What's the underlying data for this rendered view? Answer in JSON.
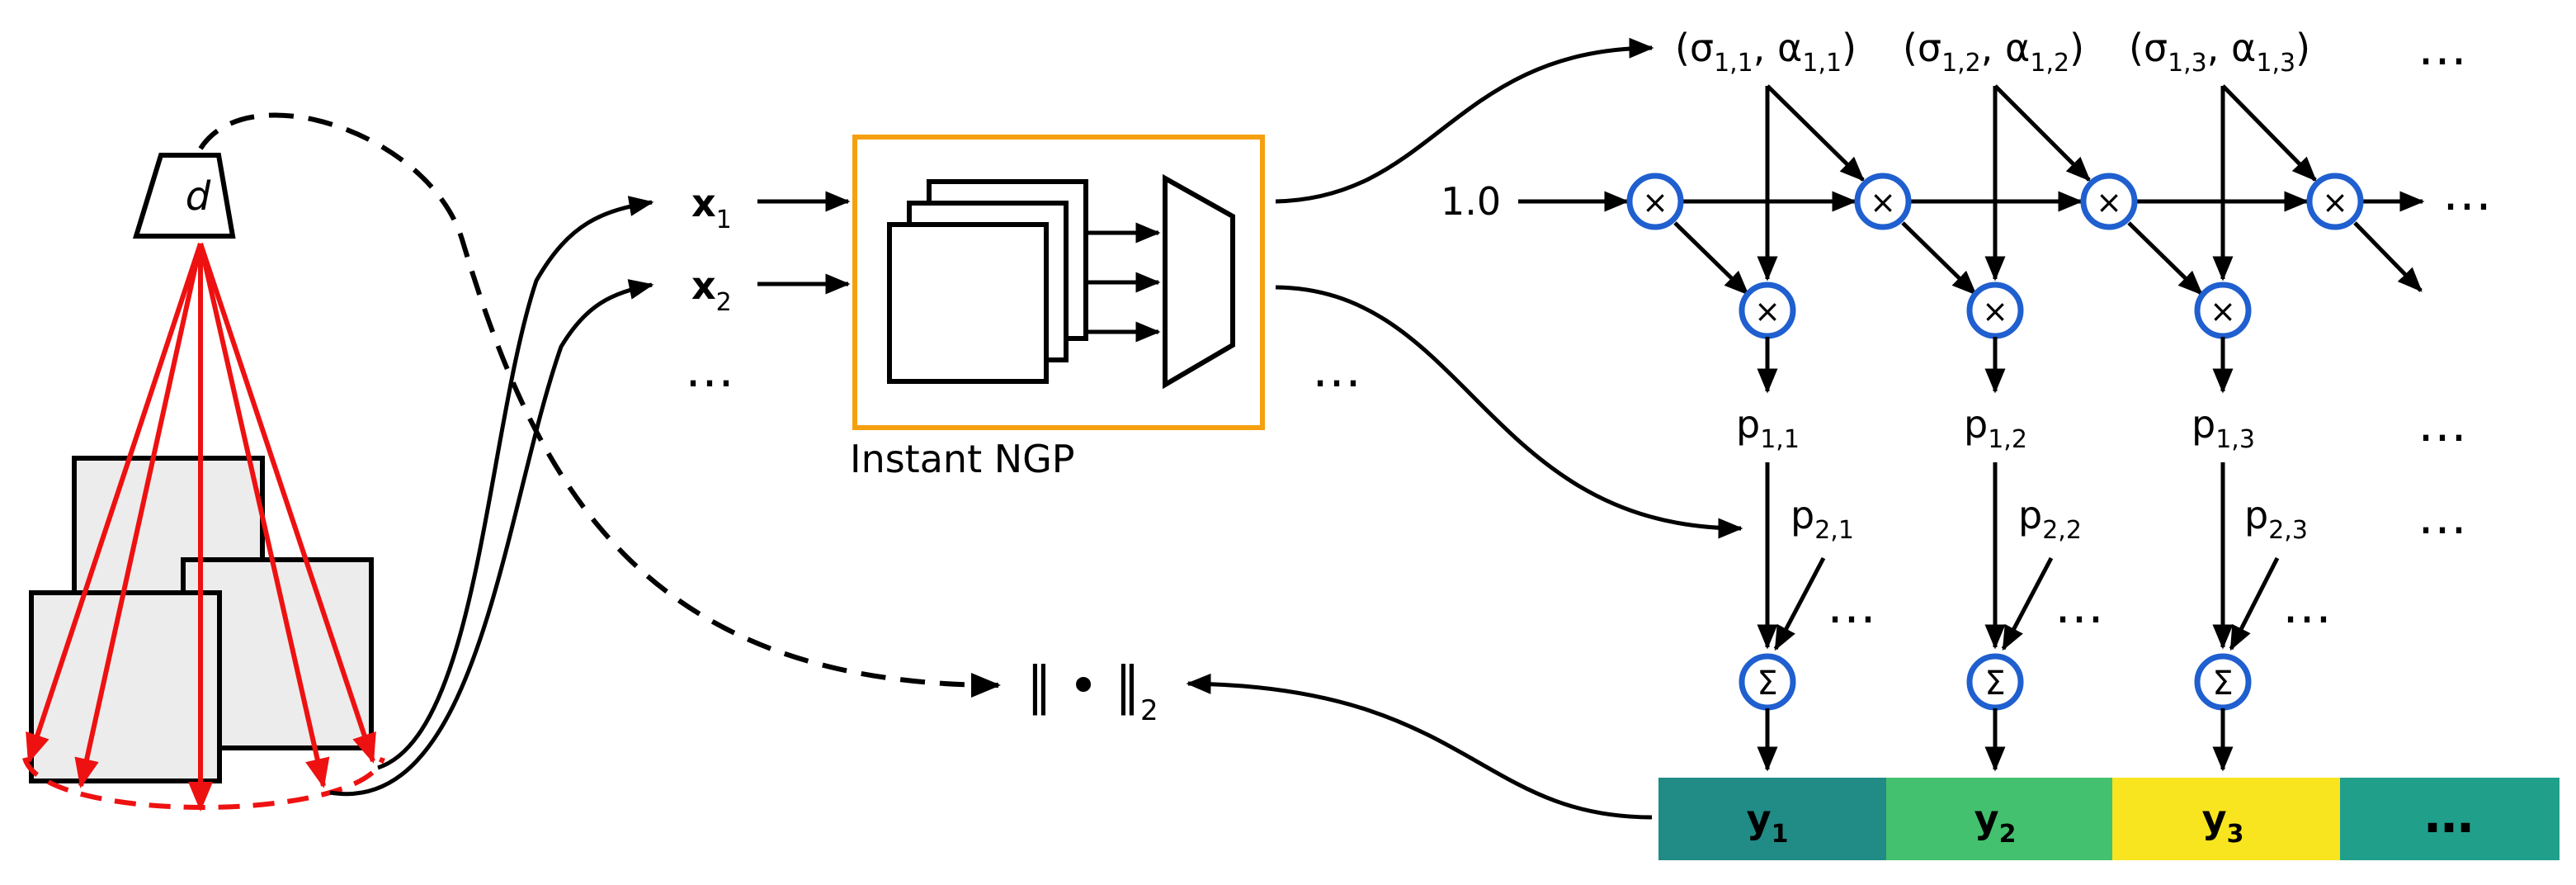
{
  "camera": {
    "label": "d"
  },
  "inputs": {
    "x1_base": "x",
    "x1_sub": "1",
    "x2_base": "x",
    "x2_sub": "2",
    "ellipsis": "…"
  },
  "model": {
    "label": "Instant NGP",
    "out_ellipsis": "…"
  },
  "loss": {
    "label": "‖ • ‖",
    "sub": "2"
  },
  "chain": {
    "init": "1.0",
    "multiply_symbol": "×",
    "sum_symbol": "Σ",
    "ellipsis": "…",
    "samples": [
      {
        "pair_open": "(σ",
        "sigma_sub": "1,1",
        "mid": ", α",
        "alpha_sub": "1,1",
        "pair_close": ")",
        "p1": "p",
        "p1_sub": "1,1",
        "p2": "p",
        "p2_sub": "2,1"
      },
      {
        "pair_open": "(σ",
        "sigma_sub": "1,2",
        "mid": ", α",
        "alpha_sub": "1,2",
        "pair_close": ")",
        "p1": "p",
        "p1_sub": "1,2",
        "p2": "p",
        "p2_sub": "2,2"
      },
      {
        "pair_open": "(σ",
        "sigma_sub": "1,3",
        "mid": ", α",
        "alpha_sub": "1,3",
        "pair_close": ")",
        "p1": "p",
        "p1_sub": "1,3",
        "p2": "p",
        "p2_sub": "2,3"
      }
    ]
  },
  "outputs": {
    "cells": [
      {
        "base": "y",
        "sub": "1",
        "color": "#218b86"
      },
      {
        "base": "y",
        "sub": "2",
        "color": "#43c16e"
      },
      {
        "base": "y",
        "sub": "3",
        "color": "#f8e51f"
      },
      {
        "base": "…",
        "sub": "",
        "color": "#20a08a"
      }
    ]
  },
  "colors": {
    "model_border": "#f5a00f",
    "operator_ring": "#1f5fcf",
    "ray": "#ee1111",
    "image_fill": "#ececec"
  }
}
